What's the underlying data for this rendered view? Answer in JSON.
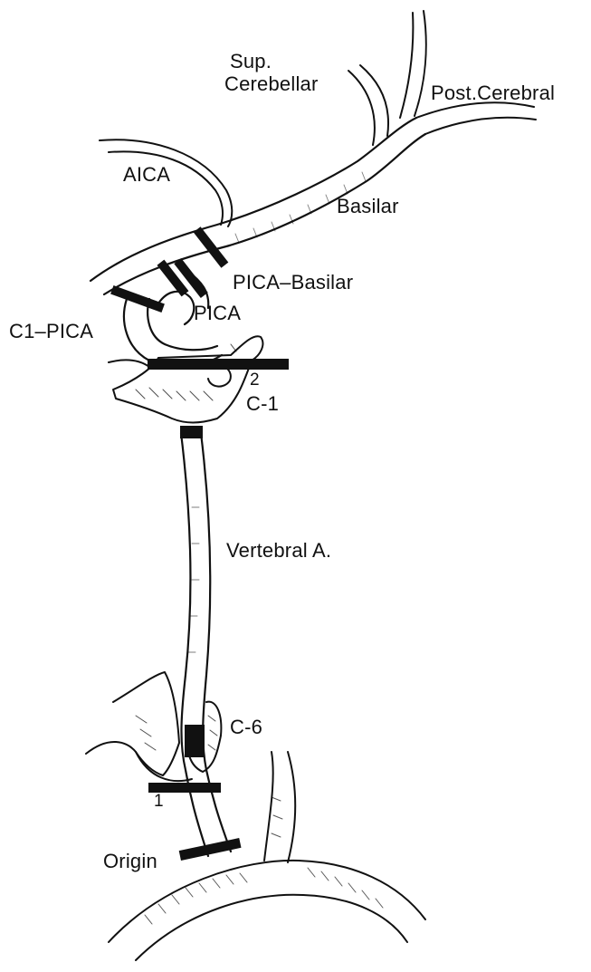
{
  "labels": {
    "sup_cerebellar_line1": "Sup.",
    "sup_cerebellar_line2": "Cerebellar",
    "post_cerebral": "Post.Cerebral",
    "aica": "AICA",
    "basilar": "Basilar",
    "pica_basilar": "PICA–Basilar",
    "pica": "PICA",
    "c1_pica": "C1–PICA",
    "marker_2": "2",
    "c1": "C-1",
    "vertebral_a": "Vertebral A.",
    "c6": "C-6",
    "marker_1": "1",
    "origin": "Origin"
  },
  "colors": {
    "ink": "#111111",
    "paper": "#ffffff"
  }
}
